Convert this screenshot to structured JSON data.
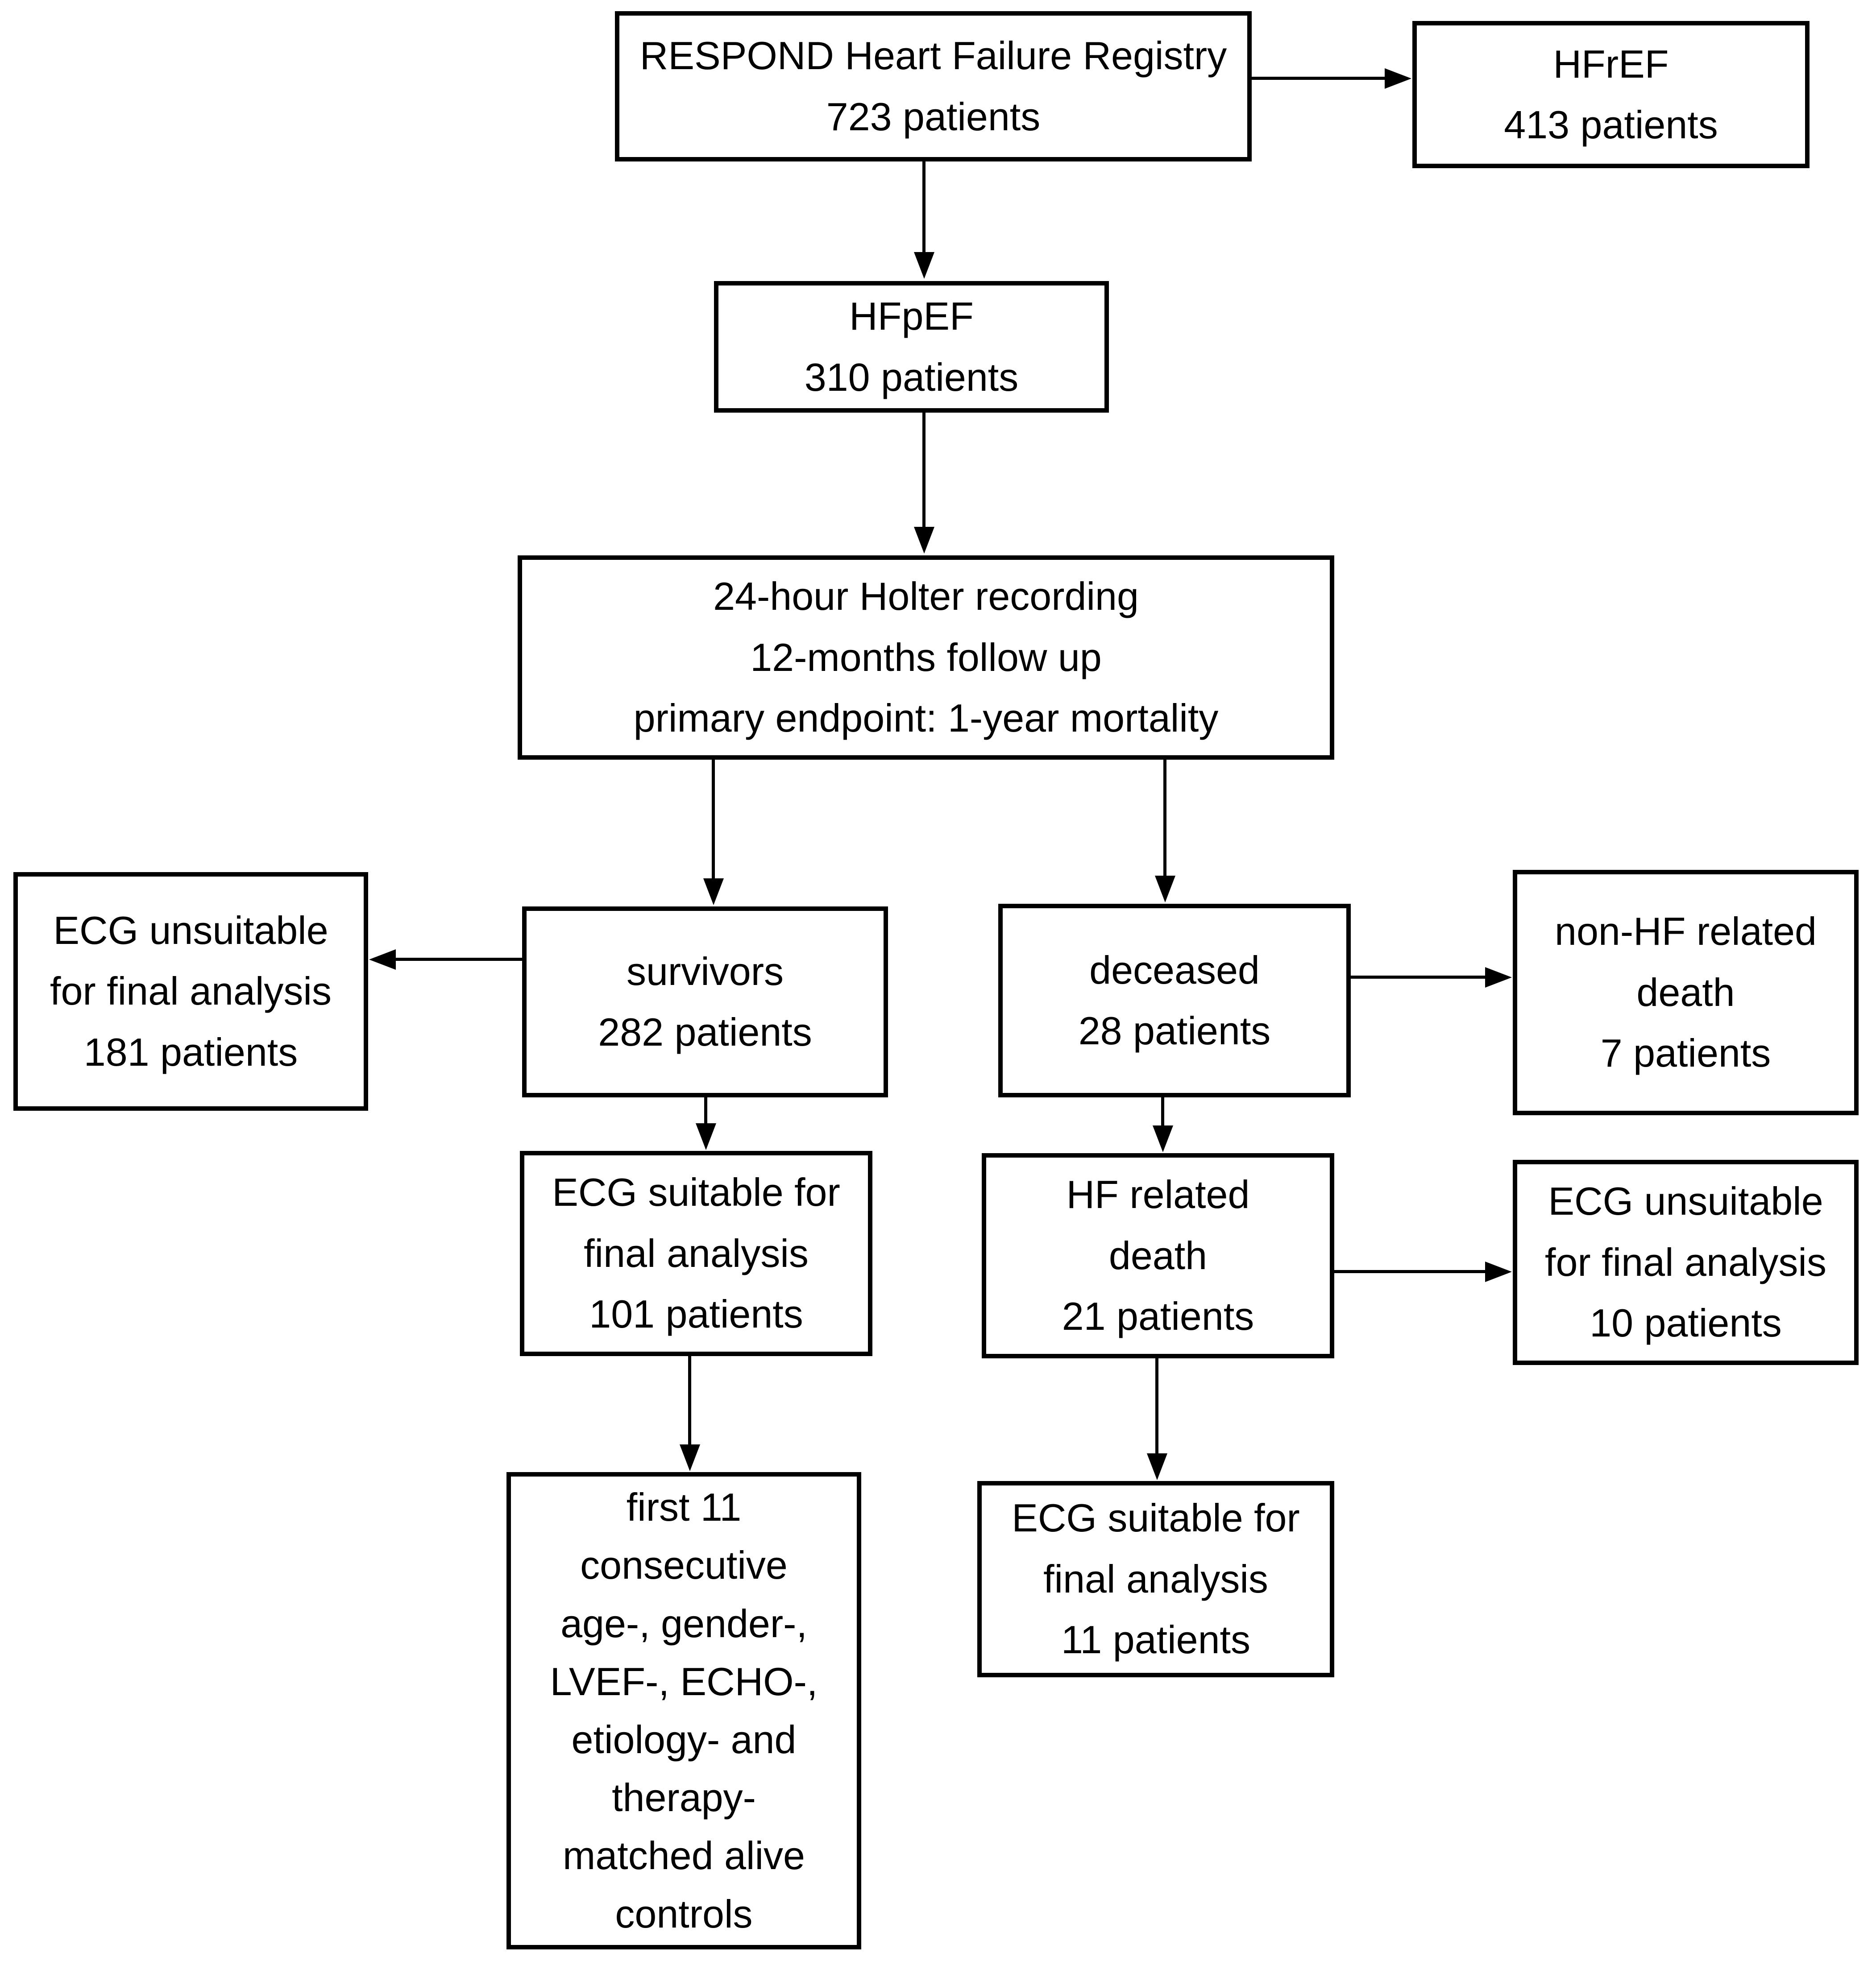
{
  "diagram": {
    "kind": "patient-flowchart",
    "colors": {
      "line": "#000000",
      "box_background": "#ffffff",
      "text": "#000000"
    },
    "nodes": {
      "respond_registry": {
        "lines": [
          "RESPOND Heart Failure Registry",
          "723 patients"
        ]
      },
      "hfref": {
        "lines": [
          "HFrEF",
          "413 patients"
        ]
      },
      "hfpef": {
        "lines": [
          "HFpEF",
          "310 patients"
        ]
      },
      "holter": {
        "lines": [
          "24-hour Holter recording",
          "12-months follow up",
          "primary endpoint: 1-year mortality"
        ]
      },
      "ecg_unsuitable_181": {
        "lines": [
          "ECG unsuitable",
          "for final analysis",
          "181 patients"
        ]
      },
      "survivors": {
        "lines": [
          "survivors",
          "282 patients"
        ]
      },
      "deceased": {
        "lines": [
          "deceased",
          "28 patients"
        ]
      },
      "non_hf_death": {
        "lines": [
          "non-HF related",
          "death",
          "7 patients"
        ]
      },
      "ecg_suitable_101": {
        "lines": [
          "ECG suitable for",
          "final analysis",
          "101 patients"
        ]
      },
      "hf_death": {
        "lines": [
          "HF related",
          "death",
          "21 patients"
        ]
      },
      "ecg_unsuitable_10": {
        "lines": [
          "ECG unsuitable",
          "for final analysis",
          "10 patients"
        ]
      },
      "matched_controls": {
        "lines": [
          "first 11",
          "consecutive",
          "age-, gender-,",
          "LVEF-, ECHO-,",
          "etiology- and",
          "therapy-",
          "matched alive",
          "controls"
        ]
      },
      "ecg_suitable_11": {
        "lines": [
          "ECG suitable for",
          "final analysis",
          "11 patients"
        ]
      }
    },
    "edges": [
      {
        "from": "respond_registry",
        "to": "hfref"
      },
      {
        "from": "respond_registry",
        "to": "hfpef"
      },
      {
        "from": "hfpef",
        "to": "holter"
      },
      {
        "from": "holter",
        "to": "survivors"
      },
      {
        "from": "holter",
        "to": "deceased"
      },
      {
        "from": "survivors",
        "to": "ecg_unsuitable_181"
      },
      {
        "from": "survivors",
        "to": "ecg_suitable_101"
      },
      {
        "from": "deceased",
        "to": "non_hf_death"
      },
      {
        "from": "deceased",
        "to": "hf_death"
      },
      {
        "from": "hf_death",
        "to": "ecg_unsuitable_10"
      },
      {
        "from": "hf_death",
        "to": "ecg_suitable_11"
      },
      {
        "from": "ecg_suitable_101",
        "to": "matched_controls"
      }
    ]
  }
}
